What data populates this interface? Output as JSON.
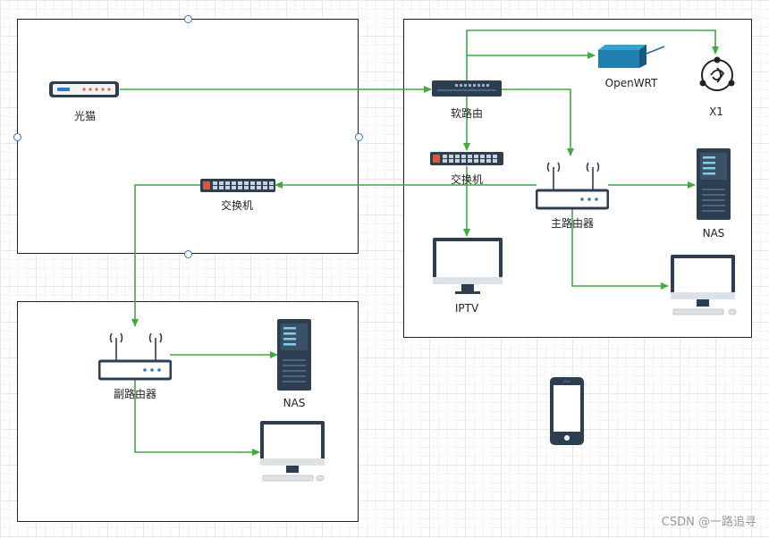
{
  "colors": {
    "wire": "#3faa3f",
    "frame": "#222222",
    "selection": "#2b77c9",
    "device_dark": "#2d3e50",
    "monitor_screen": "#ffffff"
  },
  "nodes": {
    "optical_modem": {
      "label": "光猫",
      "icon": "router-modem-icon"
    },
    "switch_left": {
      "label": "交换机",
      "icon": "switch-icon"
    },
    "sub_router": {
      "label": "副路由器",
      "icon": "wifi-router-icon"
    },
    "nas_left": {
      "label": "NAS",
      "icon": "server-tower-icon"
    },
    "pc_left": {
      "label": "",
      "icon": "desktop-monitor-icon"
    },
    "soft_router": {
      "label": "软路由",
      "icon": "rack-router-icon"
    },
    "openwrt": {
      "label": "OpenWRT",
      "icon": "openwrt-device-icon"
    },
    "x1": {
      "label": "X1",
      "icon": "x1-logo-icon"
    },
    "switch_right": {
      "label": "交换机",
      "icon": "switch-icon"
    },
    "main_router": {
      "label": "主路由器",
      "icon": "wifi-router-icon"
    },
    "nas_right": {
      "label": "NAS",
      "icon": "server-tower-icon"
    },
    "iptv": {
      "label": "IPTV",
      "icon": "monitor-icon"
    },
    "pc_right": {
      "label": "",
      "icon": "desktop-monitor-icon"
    },
    "phone": {
      "label": "",
      "icon": "smartphone-icon"
    }
  },
  "watermark": "CSDN @一路追寻"
}
